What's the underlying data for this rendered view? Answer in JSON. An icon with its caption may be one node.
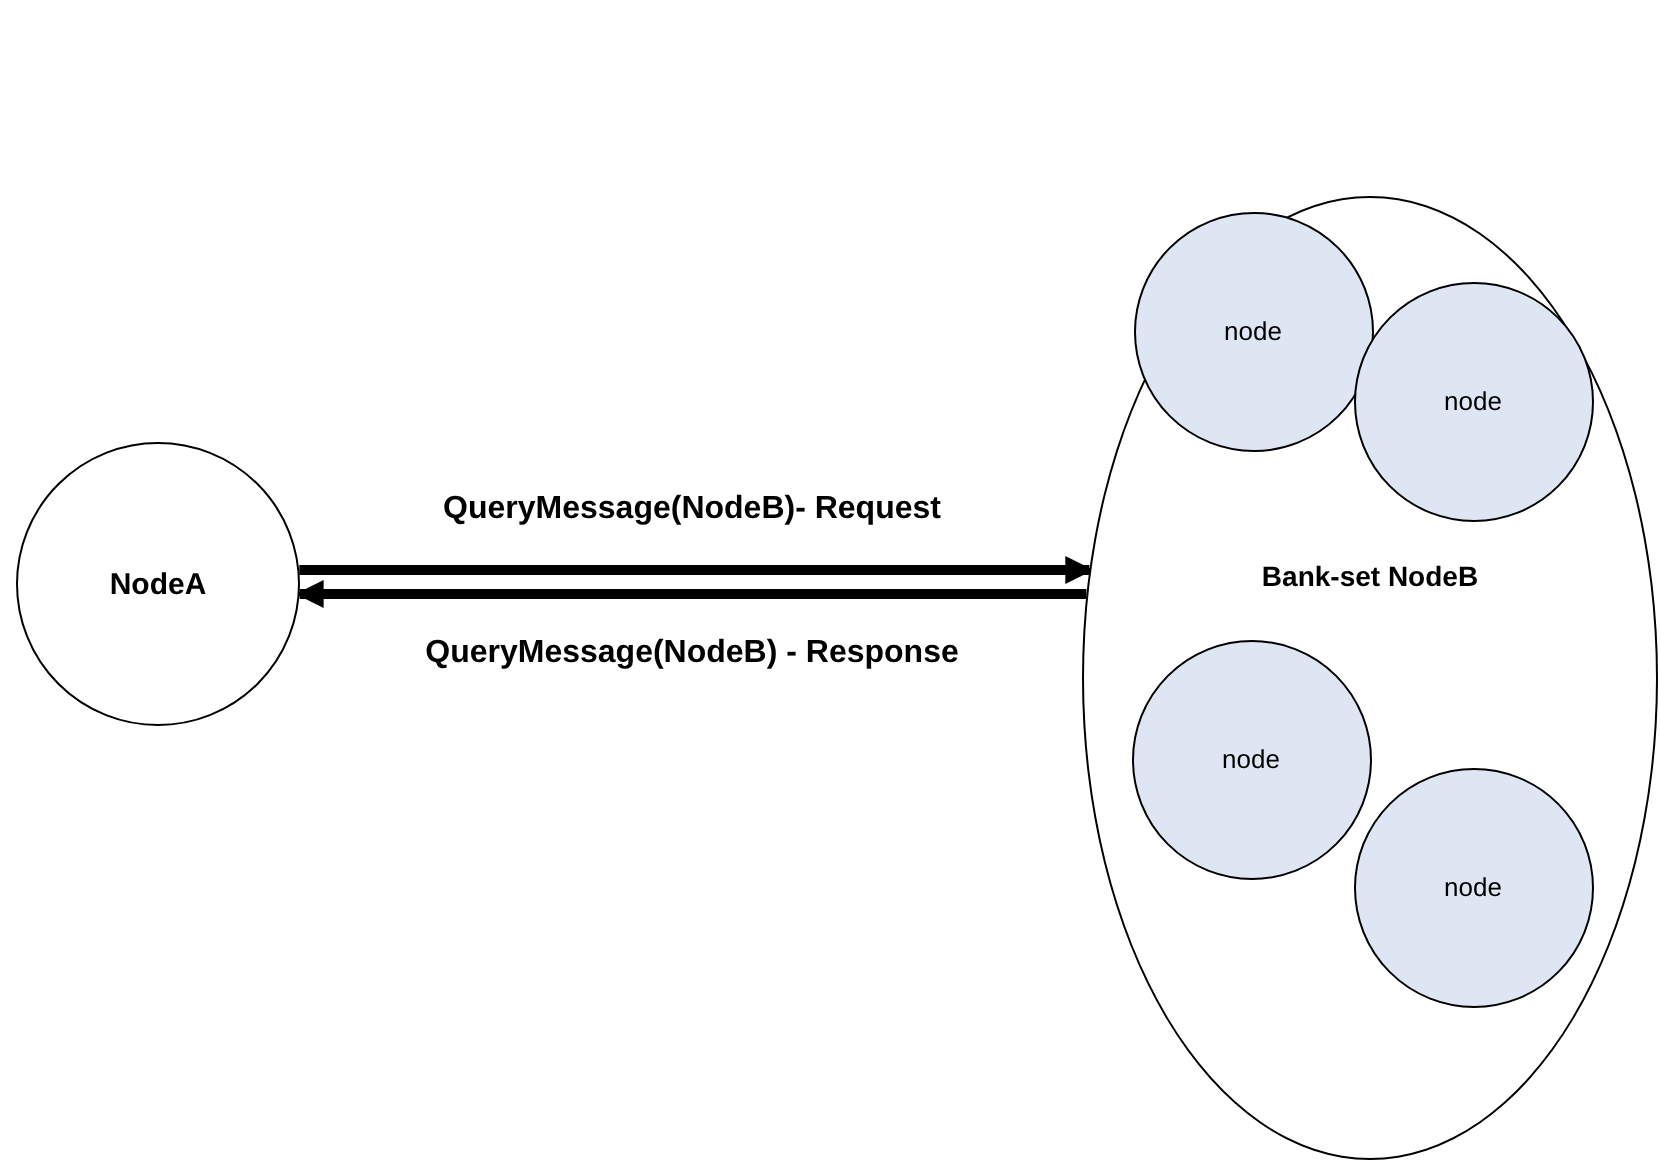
{
  "diagram": {
    "nodes": [
      {
        "text": [
          "NodeA"
        ]
      },
      {
        "text": [
          "Bank-set NodeB"
        ]
      },
      {
        "text": [
          "node"
        ],
        "in": 1
      },
      {
        "text": [
          "node"
        ],
        "in": 1
      },
      {
        "text": [
          "node"
        ],
        "in": 1
      },
      {
        "text": [
          "node"
        ],
        "in": 1
      }
    ],
    "edges": [
      {
        "from": 0,
        "to": 1,
        "arrow": "to",
        "label": "QueryMessage(NodeB)- Request"
      },
      {
        "from": 1,
        "to": 0,
        "arrow": "to",
        "label": "QueryMessage(NodeB) - Response"
      }
    ]
  }
}
